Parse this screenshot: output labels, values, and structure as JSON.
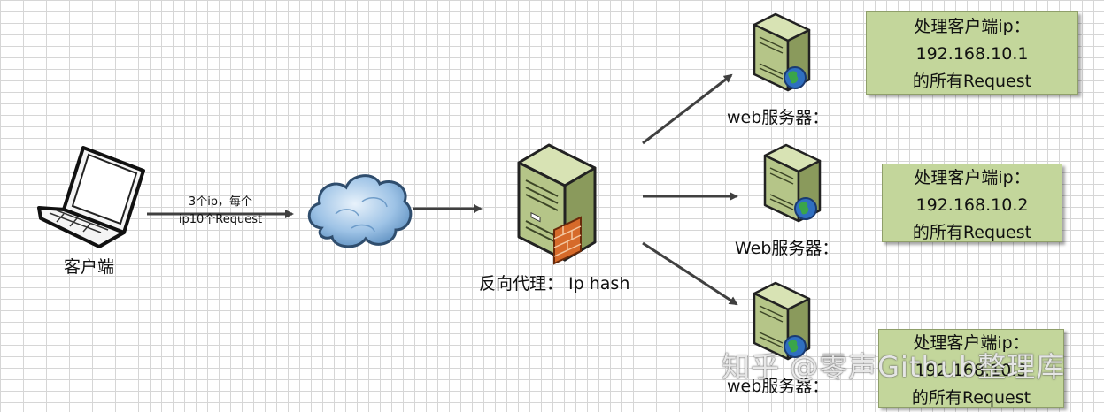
{
  "client": {
    "label": "客户端"
  },
  "link": {
    "line1": "3个ip，每个",
    "line2": "ip10个Request"
  },
  "proxy": {
    "label": "反向代理： Ip hash"
  },
  "servers": [
    {
      "label": "web服务器：",
      "note": [
        "处理客户端ip：",
        "192.168.10.1",
        "的所有Request"
      ]
    },
    {
      "label": "Web服务器：",
      "note": [
        "处理客户端ip：",
        "192.168.10.2",
        "的所有Request"
      ]
    },
    {
      "label": "web服务器：",
      "note": [
        "处理客户端ip：",
        "192.168.10.3",
        "的所有Request"
      ]
    }
  ],
  "watermark": "知乎 @零声Github整理库",
  "colors": {
    "note_fill": "#c3d69b",
    "server_body": "#b5c588",
    "arrow": "#404040",
    "cloud": "#9ec3e6"
  }
}
